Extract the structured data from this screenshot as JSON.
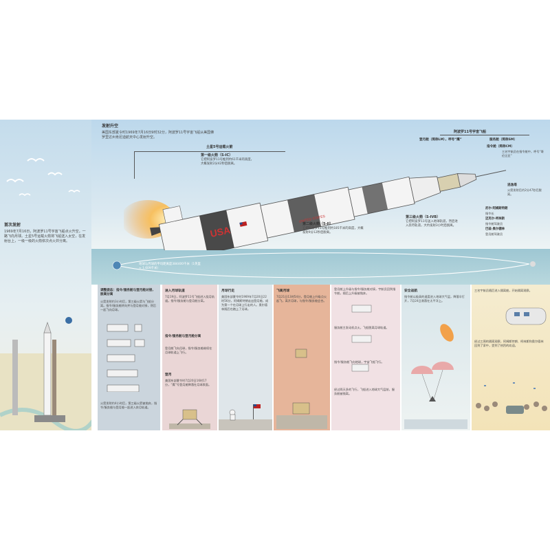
{
  "colors": {
    "sky_top": "#b9d6ea",
    "sky_bottom": "#e9f2f5",
    "sea": "#a9cfd8",
    "flame": "#f2a14a",
    "panel_blue": "#cbd5dd",
    "panel_pink": "#ead6d6",
    "panel_salmon": "#e6b59a",
    "panel_rose": "#f1e1e4",
    "panel_sand": "#f3e3b8",
    "panel_sky": "#d9e6ea"
  },
  "left": {
    "title": "首次发射",
    "body": "1969年7月16日，阿波罗11号宇宙飞船点火升空，一路飞向月球。土星5号运载火箭将飞船送入太空，在发射台上，一级一级的火箭依次点火并分离。"
  },
  "launch": {
    "title": "发射升空",
    "body": "美国东部夏令时1969年7月16日9时32分，阿波罗11号宇宙飞船从美国佛罗里达州肯尼迪航天中心发射升空。"
  },
  "rocket": {
    "label_saturn": "土星5号运载火箭",
    "stage1_title": "第一级火箭（S-IC）",
    "stage1_body": "它把阿波罗11号推到约61千米的高度，大概发射2分42秒后脱离。",
    "stage2_title": "第二级火箭（S-II）",
    "stage2_body": "它把阿波罗11号推到约185千米的高度，大概发射9分12秒后脱离。",
    "stage3_title": "第三级火箭（S-IVB）",
    "stage3_body": "它把阿波罗11号送入地球轨道，然后进入奔月轨道，大约发射3小时后脱离。",
    "spacecraft_title": "阿波罗11号宇宙飞船",
    "lm_label": "登月舱（简称LM），呼号“鹰”",
    "sm_label": "服务舱（简称SM）",
    "cm_label": "指令舱（简称CM）",
    "cm_body": "三名宇航员在指令舱中，呼号“哥伦比亚”",
    "escape_title": "逃逸塔",
    "escape_body": "火箭发射后约2分47秒后脱离。",
    "crew_1": "尼尔·阿姆斯特朗",
    "crew_1_role": "指令长",
    "crew_2": "迈克尔·柯林斯",
    "crew_2_role": "指令舱驾驶员",
    "crew_3": "巴兹·奥尔德林",
    "crew_3_role": "登月舱驾驶员",
    "usa_text": "USA",
    "states_text": "UNITED STATES"
  },
  "orbit": {
    "note": "地球与月球的平均距离是384400千米（1英里 ≈ 1.609千米）"
  },
  "panels": [
    {
      "title": "调整姿态：指令/服务舱与登月舱对接，脱离分离",
      "body": "火箭发射约3小时后，第三级火箭与飞船分离。指令/服务舱转向并与登月舱对接，然后一起飞向月球。",
      "foot": "火箭发射约4小时后，第三级火箭被抛弃，指令/服务舱与登月舱一起进入奔月轨道。"
    },
    {
      "title": "进入月球轨道",
      "body": "7月19日，阿波罗11号飞船进入绕月轨道。指令/服务舱与登月舱分离。",
      "title2": "指令/服务舱与登月舱分离",
      "body2": "登月舱飞向月球，指令/服务舱继续在月球轨道上飞行。",
      "title3": "登月",
      "body3": "美国东部夏令时7月20日16时17分，“鹰”号登月舱降落在月球表面。"
    },
    {
      "title": "月球行走",
      "body": "美国东部夏令时1969年7月20日22时56分，阿姆斯特朗走出登月舱，成为第一个在月球上行走的人。奥尔德林随后也踏上了月球。"
    },
    {
      "title": "飞离月球",
      "body": "7月21日13时54分，登月舱上升级点火起飞，离开月球，与指令/服务舱会合。"
    },
    {
      "title": "",
      "body": "登月舱上升级与指令/服务舱对接，宇航员回到指令舱，随后上升级被抛弃。",
      "body2": "服务舱主发动机点火，飞船脱离月球轨道。",
      "body3": "指令/服务舱飞向地球，宇宙飞船飞行。",
      "body4": "经过两天多的飞行，飞船进入地球大气层前，服务舱被抛离。"
    },
    {
      "title": "安全返航",
      "body": "指令舱以极高的速度进入地球大气层，降落伞打开，7月24日溅落在太平洋上。"
    },
    {
      "title": "",
      "body": "三名宇航员随后进入隔离舱，开始隔离观察。",
      "body2": "经过三周的隔离观察，阿姆斯特朗、柯林斯和奥尔德林回到了家中，受到了热烈的欢迎。"
    }
  ]
}
